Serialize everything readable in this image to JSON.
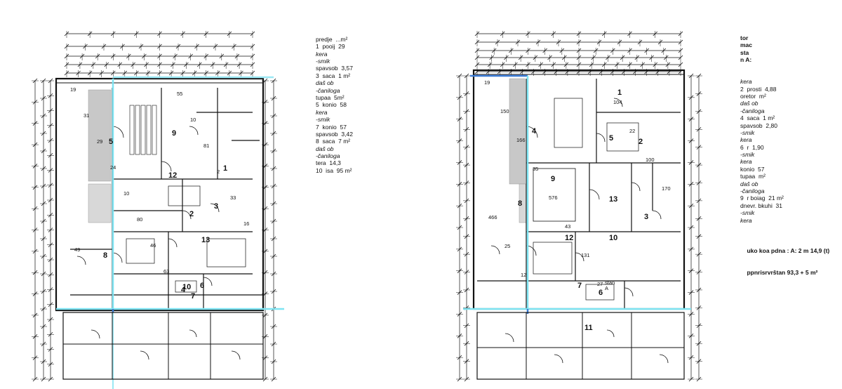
{
  "left_plan": {
    "room_numbers": [
      "1",
      "2",
      "3",
      "4",
      "5",
      "6",
      "7",
      "8",
      "9",
      "10",
      "12",
      "13"
    ]
  },
  "left_legend": {
    "lines": [
      {
        "text": "predje",
        "value": "...m²",
        "style": ""
      },
      {
        "text": "1  pooij",
        "value": "29",
        "style": ""
      },
      {
        "text": "kera",
        "value": "",
        "style": "i"
      },
      {
        "text": "-smik",
        "value": "",
        "style": "i"
      },
      {
        "text": "spavsob",
        "value": "3,57",
        "style": ""
      },
      {
        "text": "3  saca",
        "value": "1 m²",
        "style": ""
      },
      {
        "text": "daš ob",
        "value": "",
        "style": "i"
      },
      {
        "text": "-čaniloga",
        "value": "",
        "style": "i"
      },
      {
        "text": "tupaa",
        "value": "5m²",
        "style": ""
      },
      {
        "text": "5  konio",
        "value": "58",
        "style": ""
      },
      {
        "text": "kera",
        "value": "",
        "style": "i"
      },
      {
        "text": "-smik",
        "value": "",
        "style": "i"
      },
      {
        "text": "7  konio",
        "value": "57",
        "style": ""
      },
      {
        "text": "spavsob",
        "value": "3,42",
        "style": ""
      },
      {
        "text": "8  saca",
        "value": "7 m²",
        "style": ""
      },
      {
        "text": "daš ob",
        "value": "",
        "style": "i"
      },
      {
        "text": "-čaniloga",
        "value": "",
        "style": "i"
      },
      {
        "text": "tera",
        "value": "14,3",
        "style": ""
      },
      {
        "text": "10  isa",
        "value": "95 m²",
        "style": ""
      }
    ]
  },
  "right_plan": {
    "room_numbers": [
      "1",
      "2",
      "3",
      "4",
      "5",
      "6",
      "7",
      "8",
      "9",
      "10",
      "11",
      "12",
      "13"
    ],
    "label_stan": "stan",
    "label_a": "A"
  },
  "right_legend": {
    "header": [
      "tor",
      "mac",
      "sta",
      "n A:"
    ],
    "lines": [
      {
        "text": "kera",
        "value": "",
        "style": "i"
      },
      {
        "text": "2  prosti",
        "value": "4,88",
        "style": ""
      },
      {
        "text": "oretor",
        "value": "m²",
        "style": ""
      },
      {
        "text": "daš ob",
        "value": "",
        "style": "i"
      },
      {
        "text": "-čaniloga",
        "value": "",
        "style": "i"
      },
      {
        "text": "4  saca",
        "value": "1 m²",
        "style": ""
      },
      {
        "text": "spavsob",
        "value": "2,80",
        "style": ""
      },
      {
        "text": "-smik",
        "value": "",
        "style": "i"
      },
      {
        "text": "kera",
        "value": "",
        "style": "i"
      },
      {
        "text": "6  r",
        "value": "1,90",
        "style": ""
      },
      {
        "text": "-smik",
        "value": "",
        "style": "i"
      },
      {
        "text": "kera",
        "value": "",
        "style": "i"
      },
      {
        "text": "konio",
        "value": "57",
        "style": ""
      },
      {
        "text": "tupaa",
        "value": "m²",
        "style": ""
      },
      {
        "text": "daš ob",
        "value": "",
        "style": "i"
      },
      {
        "text": "-čaniloga",
        "value": "",
        "style": "i"
      },
      {
        "text": "9  r boiag",
        "value": "21 m²",
        "style": ""
      },
      {
        "text": "dnevr. bkuhi",
        "value": "31",
        "style": ""
      },
      {
        "text": "-smik",
        "value": "",
        "style": "i"
      },
      {
        "text": "kera",
        "value": "",
        "style": "i"
      }
    ],
    "total_label": "uko koa pdna : A: 2 m",
    "total_value": "14,9 (t)",
    "total2_label": "ppnrisrvrštan",
    "total2_value": "93,3 + 5 m²"
  }
}
